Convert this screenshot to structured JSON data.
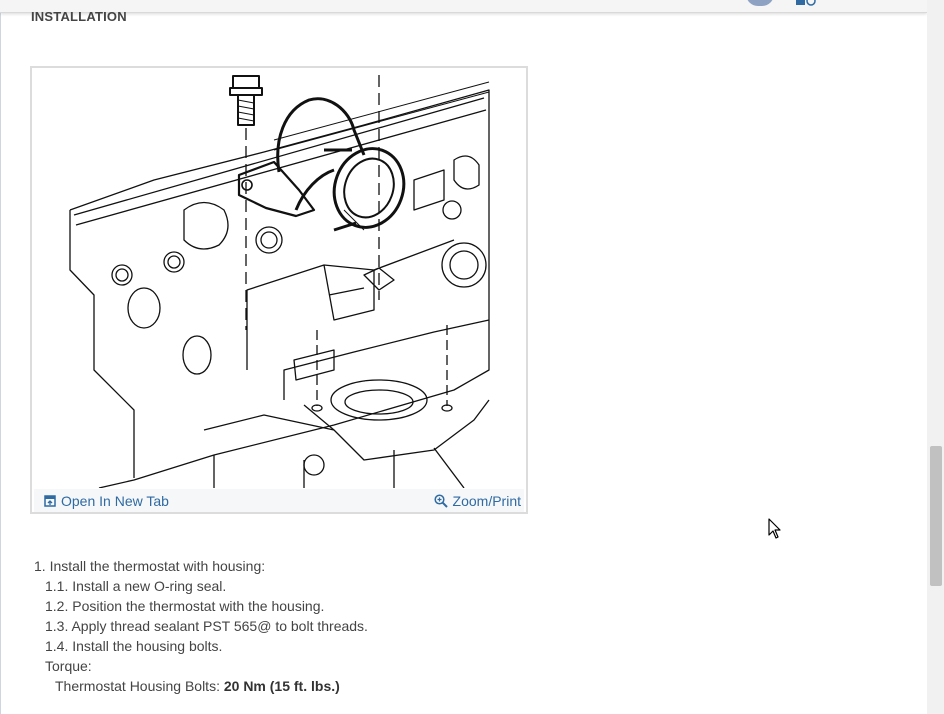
{
  "section": {
    "heading": "INSTALLATION"
  },
  "figure": {
    "open_link": "Open In New Tab",
    "zoom_link": "Zoom/Print"
  },
  "steps": {
    "main": "1. Install the thermostat with housing:",
    "sub": [
      "1.1.  Install a new O-ring seal.",
      "1.2.  Position the thermostat with the housing.",
      "1.3.  Apply thread sealant PST 565@ to bolt threads.",
      "1.4.  Install the housing bolts."
    ],
    "torque_label": "Torque:",
    "torque_item": "Thermostat Housing Bolts: ",
    "torque_value": "20 Nm (15 ft. lbs.)"
  },
  "colors": {
    "link": "#2f6aa3",
    "text": "#444444"
  },
  "icons": [
    "open-new-tab-icon",
    "zoom-icon",
    "mouse-cursor-icon",
    "avatar",
    "document-icon"
  ]
}
